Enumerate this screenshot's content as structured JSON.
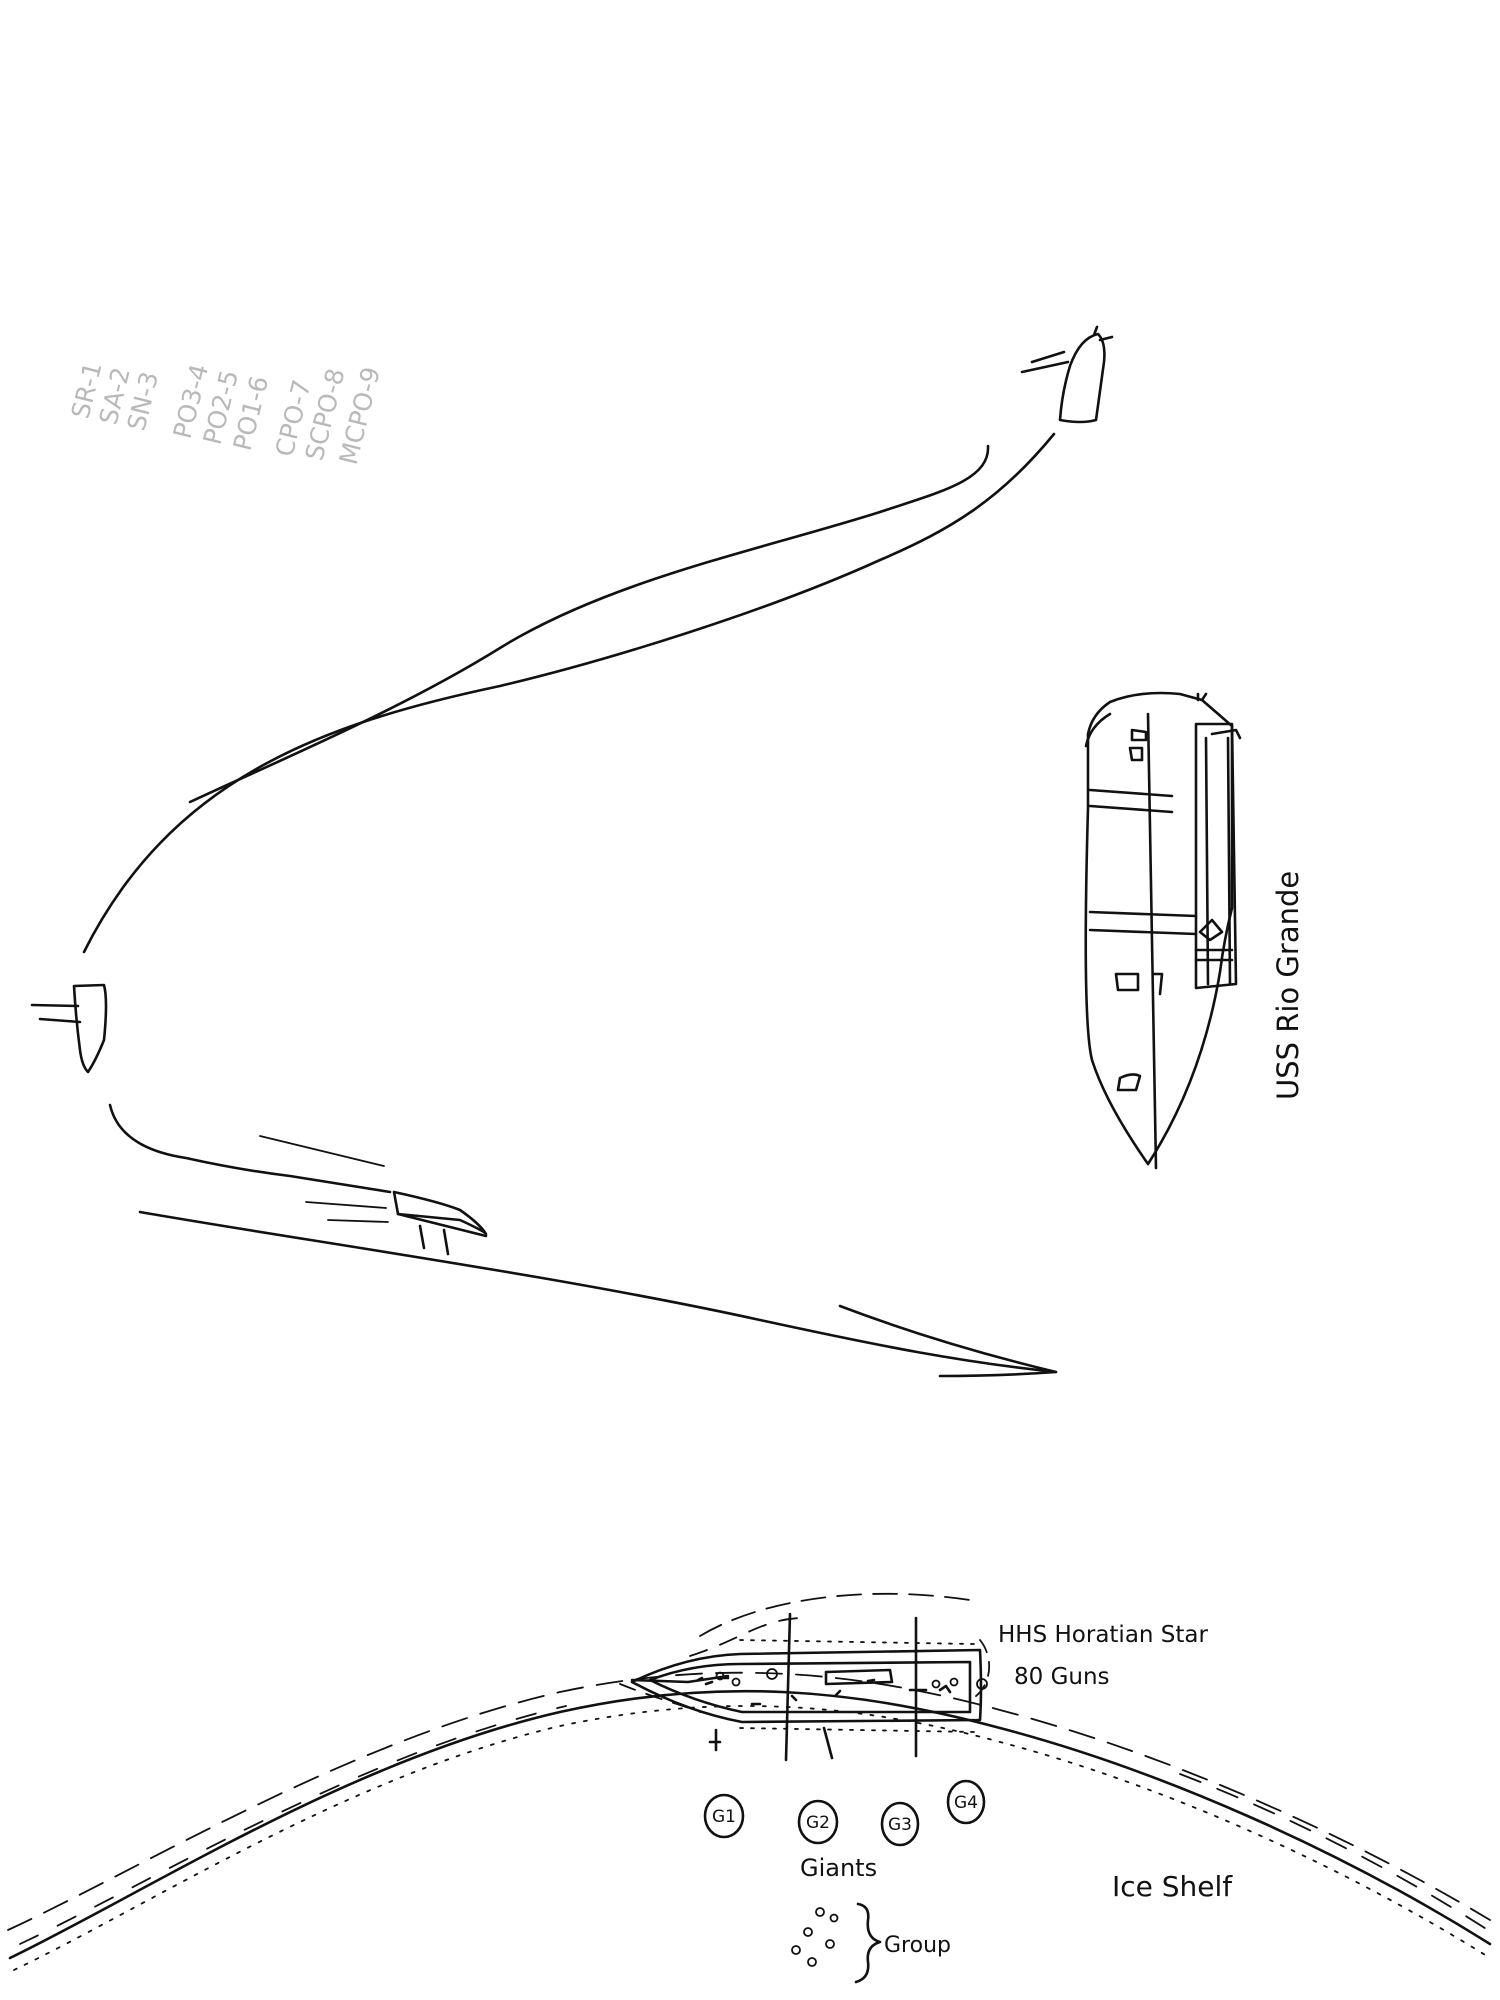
{
  "rank_key": [
    "SR-1",
    "SA-2",
    "SN-3",
    "PO3-4",
    "PO2-5",
    "PO1-6",
    "CPO-7",
    "SCPO-8",
    "MCPO-9"
  ],
  "labels": {
    "uss_ship": "USS Rio Grande",
    "hhs_ship_name": "HHS Horatian Star",
    "hhs_ship_guns": "80 Guns",
    "giants": "Giants",
    "ice_shelf": "Ice Shelf",
    "group": "Group"
  },
  "giant_tokens": [
    "G1",
    "G2",
    "G3",
    "G4"
  ]
}
